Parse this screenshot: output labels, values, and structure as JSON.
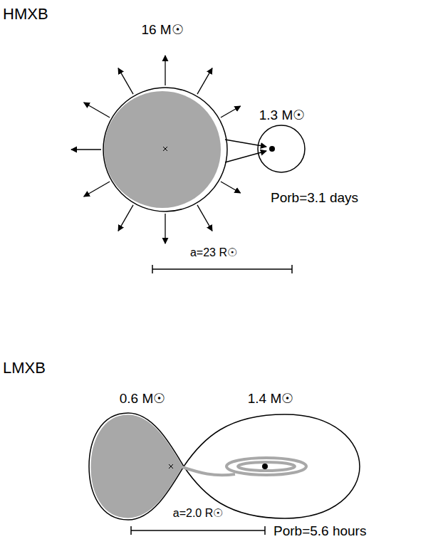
{
  "diagram": {
    "labels": [
      "HMXB",
      "16 M☉",
      "1.3 M☉",
      "Porb=3.1 days",
      "a=23 R☉",
      "LMXB",
      "0.6 M☉",
      "1.4 M☉",
      "a=2.0 R☉",
      "Porb=5.6 hours"
    ]
  }
}
